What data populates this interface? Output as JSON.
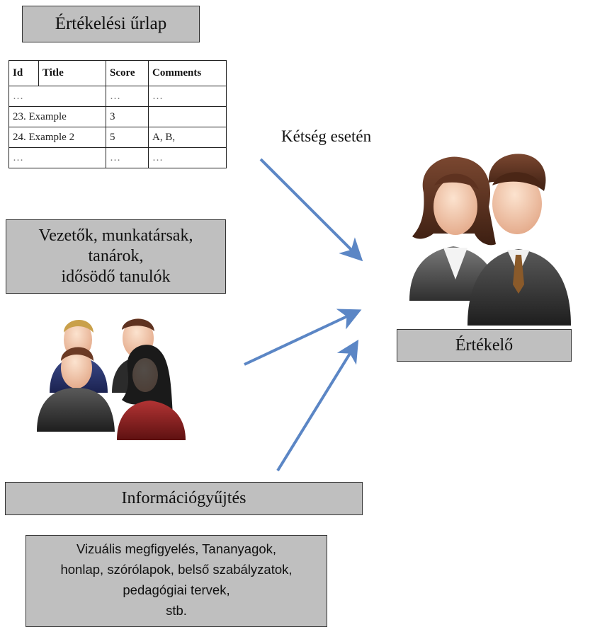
{
  "form_title": "Értékelési űrlap",
  "table": {
    "headers": [
      "Id",
      "Title",
      "Score",
      "Comments"
    ],
    "rows": [
      {
        "idtitle": "…",
        "score": "…",
        "comments": "…"
      },
      {
        "idtitle": "23. Example",
        "score": "3",
        "comments": ""
      },
      {
        "idtitle": "24. Example 2",
        "score": "5",
        "comments": "A, B,"
      },
      {
        "idtitle": "…",
        "score": "…",
        "comments": "…"
      }
    ]
  },
  "doubt_label": "Kétség esetén",
  "roles": [
    "Vezetők, munkatársak,",
    "tanárok,",
    "idősödő tanulók"
  ],
  "evaluator_label": "Értékelő",
  "info_label": "Információgyűjtés",
  "sources": [
    "Vizuális megfigyelés, Tananyagok,",
    "honlap, szórólapok, belső szabályzatok,",
    "pedagógiai tervek,",
    "stb."
  ],
  "colors": {
    "box_fill": "#bfbfbf",
    "arrow": "#5b86c5"
  },
  "icons": [
    "evaluator-pair-icon",
    "group-of-people-icon"
  ]
}
